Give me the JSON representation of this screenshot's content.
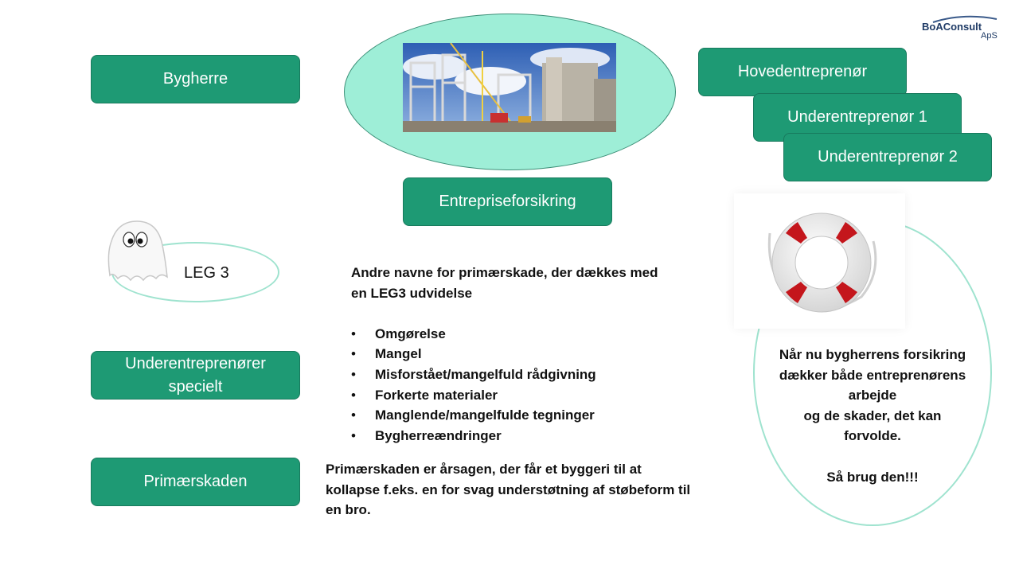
{
  "logo": {
    "name": "BoAConsult",
    "sub": "ApS"
  },
  "boxes": {
    "bygherre": "Bygherre",
    "hovedentreprenor": "Hovedentreprenør",
    "underentreprenor1": "Underentreprenør 1",
    "underentreprenor2": "Underentreprenør 2",
    "entrepriseforsikring": "Entrepriseforsikring",
    "underentreprenorer_l1": "Underentreprenører",
    "underentreprenorer_l2": "specielt",
    "primaerskaden": "Primærskaden"
  },
  "leg3_label": "LEG 3",
  "info": {
    "title_l1": "Andre navne for primærskade,  der dækkes med",
    "title_l2": "en LEG3 udvidelse",
    "items": [
      "Omgørelse",
      "Mangel",
      "Misforstået/mangelfuld  rådgivning",
      "Forkerte materialer",
      "Manglende/mangelfulde  tegninger",
      "Bygherreændringer"
    ]
  },
  "primaer_desc": {
    "l1": "Primærskaden  er årsagen, der får et byggeri til at",
    "l2": "kollapse  f.eks. en for svag understøtning  af støbeform til",
    "l3": "en bro."
  },
  "callout": {
    "l1": "Når nu bygherrens forsikring",
    "l2": "dækker både entreprenørens",
    "l3": "arbejde",
    "l4": "og de skader,  det kan",
    "l5": "forvolde.",
    "l6": "Så brug  den!!!"
  },
  "colors": {
    "box": "#1e9a74",
    "ellipse": "#9eeed7",
    "ring_stroke": "#9fe3cf"
  }
}
